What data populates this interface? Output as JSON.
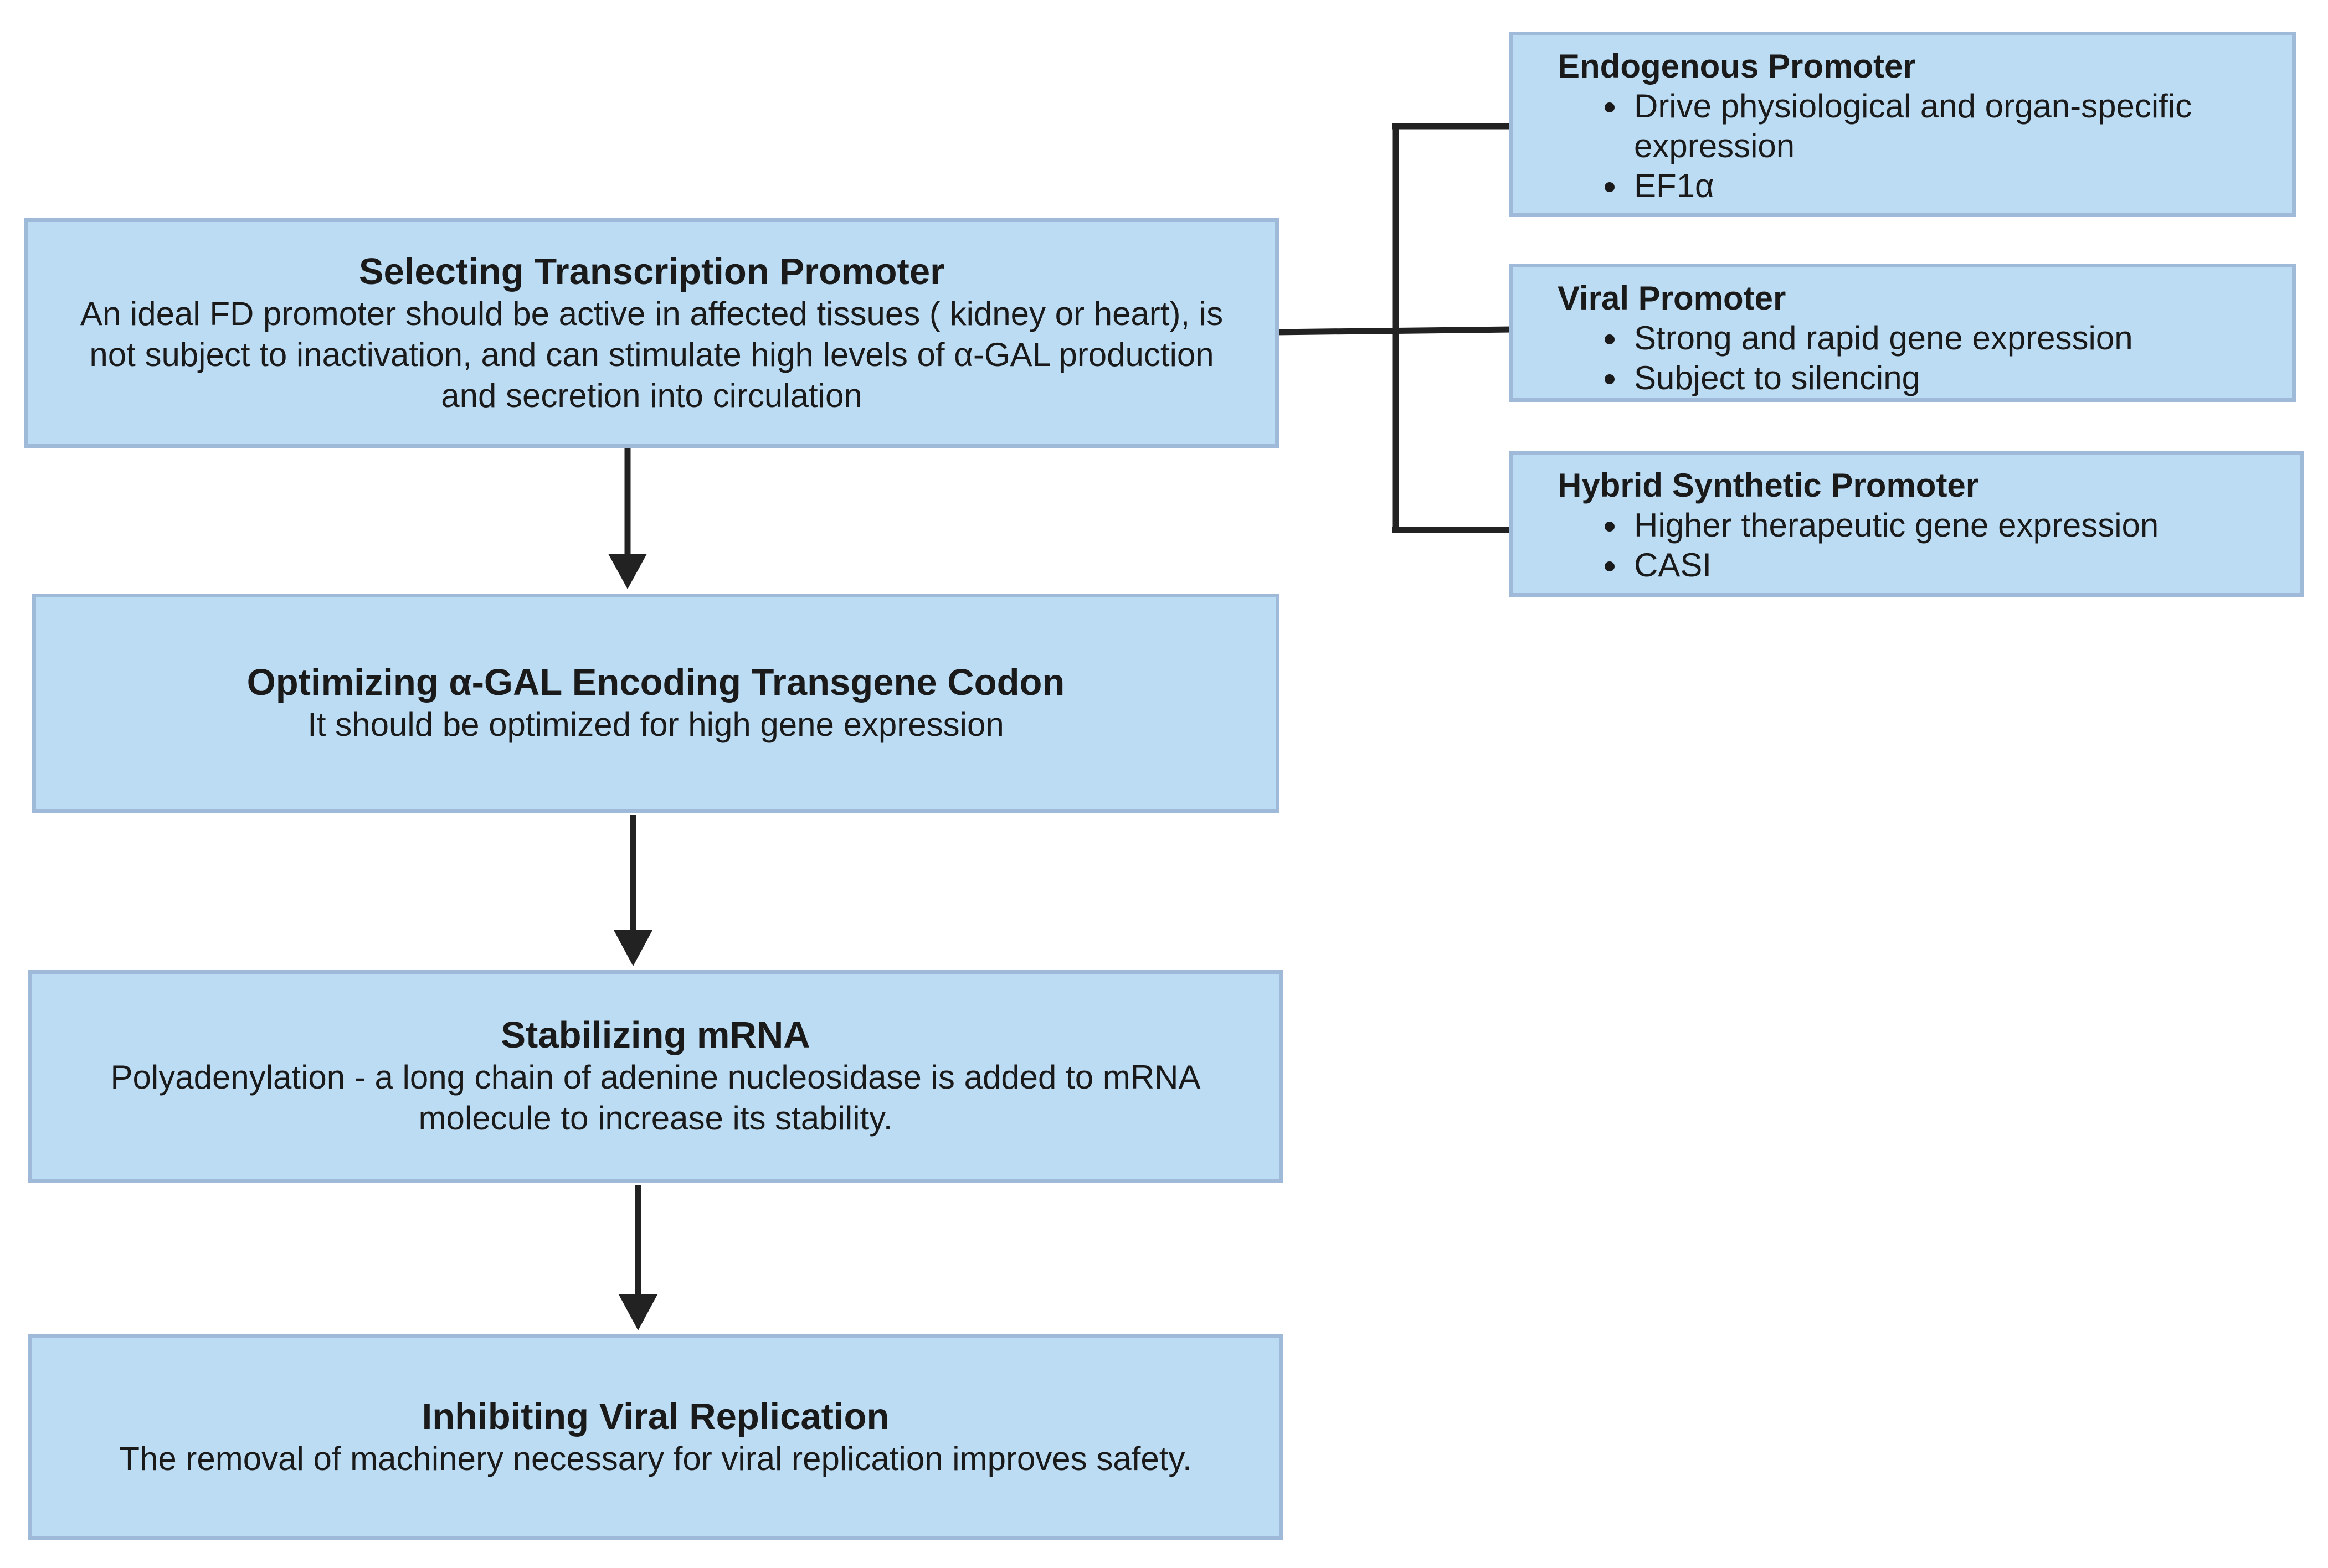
{
  "steps": [
    {
      "title": "Selecting Transcription Promoter",
      "body": "An ideal FD promoter should be active in affected tissues ( kidney or heart), is not subject to inactivation, and can stimulate high levels of α-GAL production and secretion into circulation"
    },
    {
      "title": "Optimizing α-GAL Encoding Transgene Codon",
      "body": "It should be optimized for high gene expression"
    },
    {
      "title": "Stabilizing mRNA",
      "body": "Polyadenylation - a long chain of adenine nucleosidase is added to mRNA molecule to increase its stability."
    },
    {
      "title": "Inhibiting Viral Replication",
      "body": "The removal of machinery necessary for viral replication improves safety."
    }
  ],
  "promoters": [
    {
      "title": "Endogenous Promoter",
      "items": [
        "Drive physiological and organ-specific expression",
        "EF1α"
      ]
    },
    {
      "title": "Viral Promoter",
      "items": [
        "Strong and rapid gene expression",
        "Subject to silencing"
      ]
    },
    {
      "title": "Hybrid Synthetic Promoter",
      "items": [
        "Higher therapeutic gene expression",
        "CASI"
      ]
    }
  ],
  "colors": {
    "box_fill": "#bcdcf4",
    "box_border": "#9fb9d8",
    "connector": "#222222"
  }
}
